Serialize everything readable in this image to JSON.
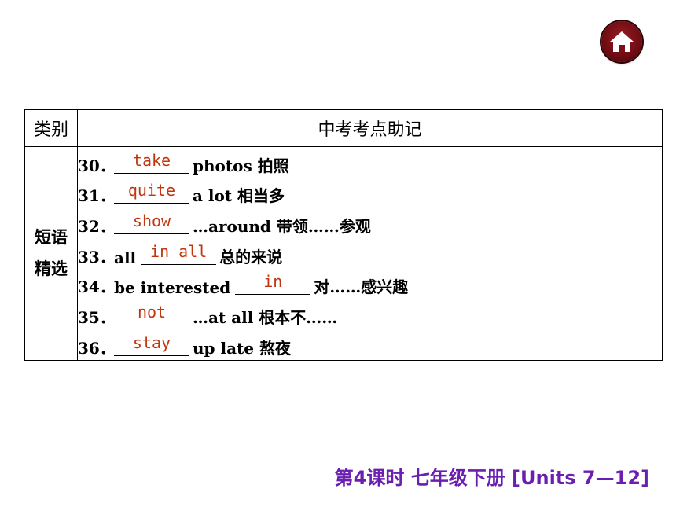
{
  "table": {
    "header_category": "类别",
    "header_main": "中考考点助记",
    "category_line1": "短语",
    "category_line2": "精选",
    "items": [
      {
        "num": "30．",
        "pre": "",
        "answer": "take",
        "post": " photos 拍照"
      },
      {
        "num": "31．",
        "pre": "",
        "answer": "quite",
        "post": " a lot 相当多"
      },
      {
        "num": "32．",
        "pre": "",
        "answer": "show",
        "post": "…around 带领……参观"
      },
      {
        "num": "33．",
        "pre": "all",
        "answer": "in all",
        "post": " 总的来说"
      },
      {
        "num": "34．",
        "pre": "be interested",
        "answer": "in",
        "post": "对……感兴趣"
      },
      {
        "num": "35．",
        "pre": "",
        "answer": "not",
        "post": "…at all 根本不……"
      },
      {
        "num": "36．",
        "pre": "",
        "answer": "stay",
        "post": " up late 熬夜"
      }
    ]
  },
  "footer": {
    "text": "第4课时  七年级下册 [Units 7—12]"
  },
  "colors": {
    "answer": "#c0360e",
    "footer": "#6a1fb0",
    "home_button": "#7a0f17"
  },
  "icons": {
    "home": "home-icon"
  }
}
